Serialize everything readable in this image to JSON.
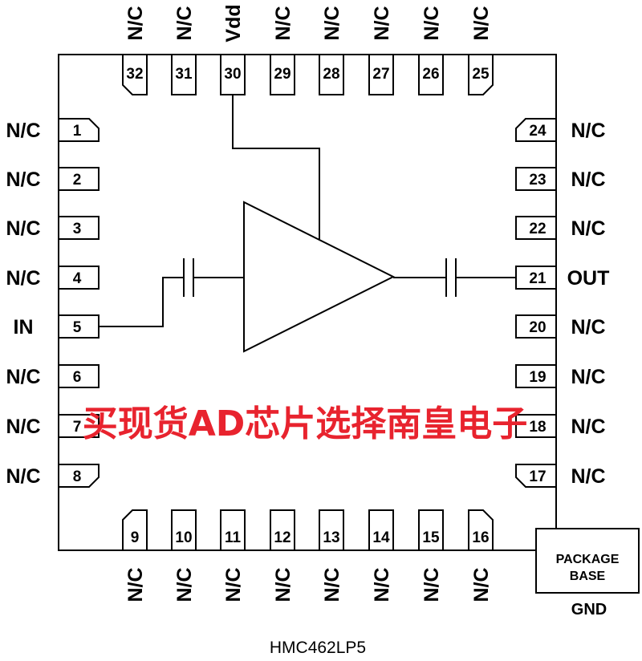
{
  "part_number": "HMC462LP5",
  "watermark": "买现货AD芯片选择南皇电子",
  "package_base": {
    "line1": "PACKAGE",
    "line2": "BASE",
    "ground": "GND"
  },
  "pins": {
    "left": [
      {
        "num": "1",
        "label": "N/C"
      },
      {
        "num": "2",
        "label": "N/C"
      },
      {
        "num": "3",
        "label": "N/C"
      },
      {
        "num": "4",
        "label": "N/C"
      },
      {
        "num": "5",
        "label": "IN"
      },
      {
        "num": "6",
        "label": "N/C"
      },
      {
        "num": "7",
        "label": "N/C"
      },
      {
        "num": "8",
        "label": "N/C"
      }
    ],
    "bottom": [
      {
        "num": "9",
        "label": "N/C"
      },
      {
        "num": "10",
        "label": "N/C"
      },
      {
        "num": "11",
        "label": "N/C"
      },
      {
        "num": "12",
        "label": "N/C"
      },
      {
        "num": "13",
        "label": "N/C"
      },
      {
        "num": "14",
        "label": "N/C"
      },
      {
        "num": "15",
        "label": "N/C"
      },
      {
        "num": "16",
        "label": "N/C"
      }
    ],
    "right": [
      {
        "num": "17",
        "label": "N/C"
      },
      {
        "num": "18",
        "label": "N/C"
      },
      {
        "num": "19",
        "label": "N/C"
      },
      {
        "num": "20",
        "label": "N/C"
      },
      {
        "num": "21",
        "label": "OUT"
      },
      {
        "num": "22",
        "label": "N/C"
      },
      {
        "num": "23",
        "label": "N/C"
      },
      {
        "num": "24",
        "label": "N/C"
      }
    ],
    "top": [
      {
        "num": "25",
        "label": "N/C"
      },
      {
        "num": "26",
        "label": "N/C"
      },
      {
        "num": "27",
        "label": "N/C"
      },
      {
        "num": "28",
        "label": "N/C"
      },
      {
        "num": "29",
        "label": "N/C"
      },
      {
        "num": "30",
        "label": "Vdd"
      },
      {
        "num": "31",
        "label": "N/C"
      },
      {
        "num": "32",
        "label": "N/C"
      }
    ]
  }
}
